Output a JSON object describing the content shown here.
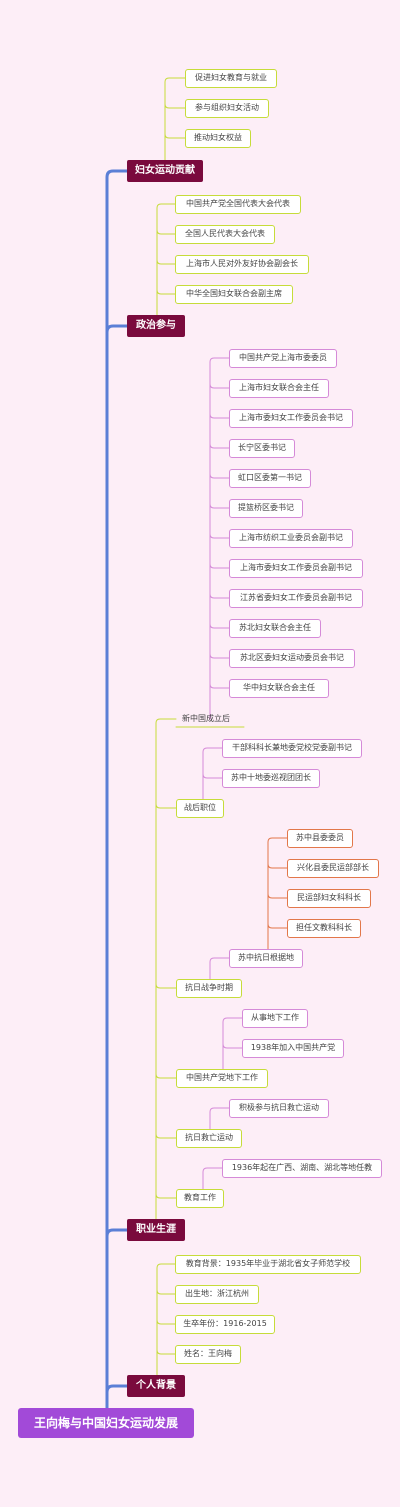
{
  "root": "王向梅与中国妇女运动发展",
  "branches": {
    "contrib": {
      "label": "妇女运动贡献",
      "items": [
        "促进妇女教育与就业",
        "参与组织妇女活动",
        "推动妇女权益"
      ]
    },
    "politics": {
      "label": "政治参与",
      "items": [
        "中国共产党全国代表大会代表",
        "全国人民代表大会代表",
        "上海市人民对外友好协会副会长",
        "中华全国妇女联合会副主席"
      ]
    },
    "career": {
      "label": "职业生涯",
      "newchina": {
        "label": "新中国成立后",
        "items": [
          "中国共产党上海市委委员",
          "上海市妇女联合会主任",
          "上海市委妇女工作委员会书记",
          "长宁区委书记",
          "虹口区委第一书记",
          "提篮桥区委书记",
          "上海市纺织工业委员会副书记",
          "上海市委妇女工作委员会副书记",
          "江苏省委妇女工作委员会副书记",
          "苏北妇女联合会主任",
          "苏北区委妇女运动委员会书记",
          "华中妇女联合会主任"
        ]
      },
      "postwar": {
        "label": "战后职位",
        "items": [
          "干部科科长兼地委党校党委副书记",
          "苏中十地委巡视团团长"
        ]
      },
      "war": {
        "label": "抗日战争时期",
        "base": "苏中抗日根据地",
        "items": [
          "苏中县委委员",
          "兴化县委民运部部长",
          "民运部妇女科科长",
          "担任文教科科长"
        ]
      },
      "underground": {
        "label": "中国共产党地下工作",
        "items": [
          "从事地下工作",
          "1938年加入中国共产党"
        ]
      },
      "salvation": {
        "label": "抗日救亡运动",
        "items": [
          "积极参与抗日救亡运动"
        ]
      },
      "education": {
        "label": "教育工作",
        "items": [
          "1936年起在广西、湖南、湖北等地任教"
        ]
      }
    },
    "background": {
      "label": "个人背景",
      "items": [
        "教育背景：1935年毕业于湖北省女子师范学校",
        "出生地：浙江杭州",
        "生卒年份：1916-2015",
        "姓名：王向梅"
      ]
    }
  },
  "colors": {
    "background": "#fdeef7",
    "root": "#a24ad8",
    "main": "#7a0a3d",
    "trunk": "#5b7fd6",
    "lime": "#c6dc3a",
    "violet": "#d58ad8",
    "orange": "#e2774a"
  }
}
